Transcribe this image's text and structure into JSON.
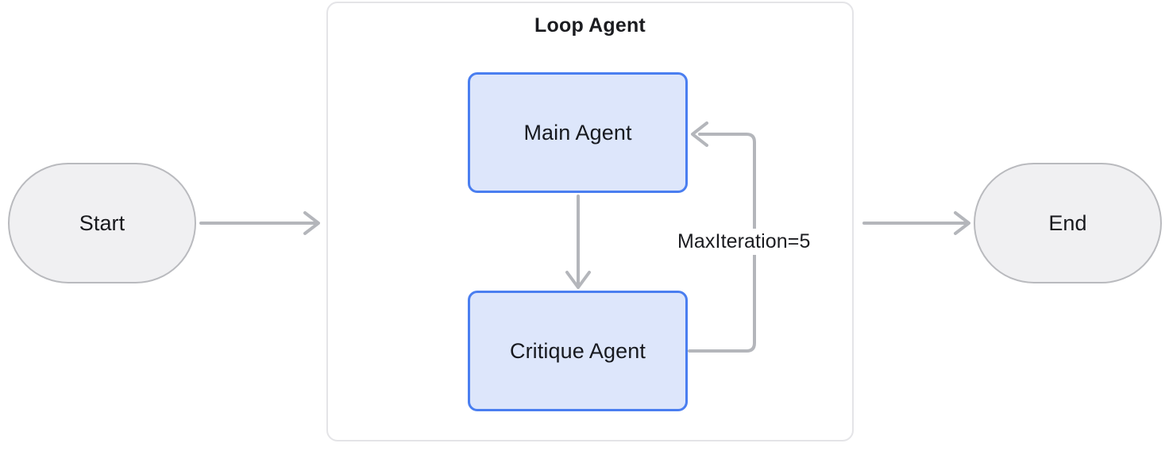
{
  "diagram": {
    "type": "flowchart",
    "title_visible": false,
    "background": "#ffffff",
    "colors": {
      "edge": "#b4b6bb",
      "process_fill": "#dde6fb",
      "process_border": "#4a7ef0",
      "terminator_fill": "#f0f0f2",
      "terminator_border": "#b9babe",
      "group_border": "#e4e4e7",
      "text": "#1b1c20"
    }
  },
  "nodes": {
    "start": {
      "label": "Start",
      "shape": "stadium"
    },
    "end": {
      "label": "End",
      "shape": "stadium"
    },
    "main_agent": {
      "label": "Main Agent",
      "shape": "rounded-rect"
    },
    "critique_agent": {
      "label": "Critique Agent",
      "shape": "rounded-rect"
    }
  },
  "group": {
    "title": "Loop Agent"
  },
  "edges": {
    "start_to_loop": {
      "label": "",
      "arrow": "open-right"
    },
    "main_to_critique": {
      "label": "",
      "arrow": "open-down"
    },
    "critique_to_main": {
      "label": "MaxIteration=5",
      "arrow": "open-left"
    },
    "loop_to_end": {
      "label": "",
      "arrow": "open-right"
    }
  }
}
